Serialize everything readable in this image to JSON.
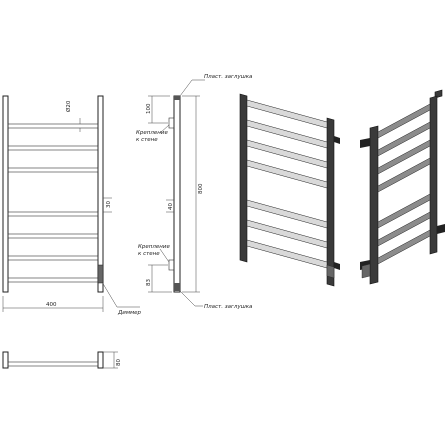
{
  "labels": {
    "plug_top": "Пласт. заглушка",
    "plug_bottom": "Пласт. заглушка",
    "wall_mount_top_1": "Крепление",
    "wall_mount_top_2": "к стене",
    "wall_mount_bottom_1": "Крепление",
    "wall_mount_bottom_2": "к стене",
    "dimmer": "Диммер"
  },
  "dimensions": {
    "diameter": "Ø20",
    "bar_gap": "30",
    "width": "400",
    "height": "800",
    "top_offset": "100",
    "mid_side": "40",
    "bottom_offset": "83",
    "depth": "80"
  },
  "colors": {
    "line": "#222222",
    "dark_metal": "#3a3a3a",
    "light_metal": "#d9d9d9"
  }
}
